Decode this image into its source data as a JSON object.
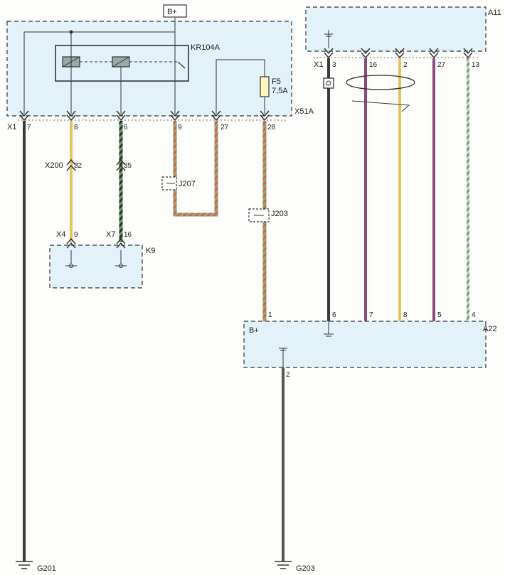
{
  "labels": {
    "battery_top": "B+",
    "relay": "KR104A",
    "fuse": "F5",
    "fuse_rating": "7,5A",
    "x51a": "X51A",
    "x1_left": "X1",
    "x1_right": "X1",
    "a11": "A11",
    "a22": "A22",
    "a22_bplus": "B+",
    "x200": "X200",
    "x4": "X4",
    "x7": "X7",
    "k9": "K9",
    "j207": "J207",
    "j203": "J203",
    "g201": "G201",
    "g203": "G203"
  },
  "pins": {
    "x1_7": "7",
    "x1_8": "8",
    "x1_6": "6",
    "x1_9": "9",
    "x1_27": "27",
    "x1_28": "28",
    "x200_32": "32",
    "x200_35": "35",
    "x4_9": "9",
    "x7_16": "16",
    "a11_3": "3",
    "a11_16": "16",
    "a11_2": "2",
    "a11_27": "27",
    "a11_13": "13",
    "a22_1": "1",
    "a22_6": "6",
    "a22_7": "7",
    "a22_8": "8",
    "a22_5": "5",
    "a22_4": "4",
    "a22_2": "2"
  },
  "colors": {
    "box_fill": "#e3f2f8",
    "box_border": "#333333",
    "wire_black": "#3a3a3a",
    "wire_gray": "#6e6e6e",
    "wire_yellow": "#e8c25c",
    "wire_red": "#e05a5a",
    "wire_green": "#6aa56a",
    "wire_purple": "#8a4a7e",
    "wire_darkgreen": "#3f6d3f"
  }
}
